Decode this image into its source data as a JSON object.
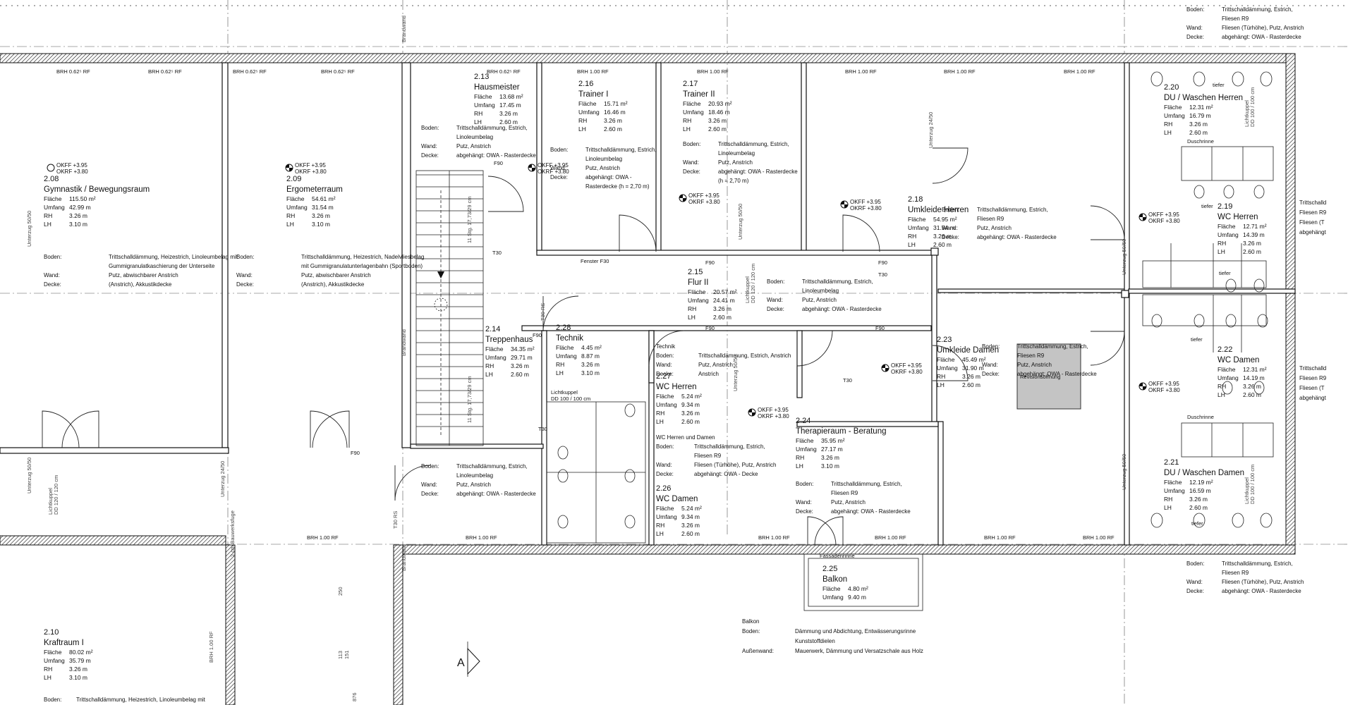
{
  "plan": {
    "ok_levels": {
      "okff": "OKFF +3.95",
      "okrf": "OKRF +3.80"
    },
    "field_labels": {
      "flaeche": "Fläche",
      "umfang": "Umfang",
      "rh": "RH",
      "lh": "LH",
      "boden": "Boden:",
      "wand": "Wand:",
      "decke": "Decke:",
      "aussenwand": "Außenwand:"
    },
    "rooms": [
      {
        "id": "r208",
        "num": "2.08",
        "name": "Gymnastik / Bewegungsraum",
        "flaeche": "115.50 m²",
        "umfang": "42.99 m",
        "rh": "3.26 m",
        "lh": "3.10 m"
      },
      {
        "id": "r209",
        "num": "2.09",
        "name": "Ergometerraum",
        "flaeche": "54.61 m²",
        "umfang": "31.54 m",
        "rh": "3.26 m",
        "lh": "3.10 m"
      },
      {
        "id": "r213",
        "num": "2.13",
        "name": "Hausmeister",
        "flaeche": "13.68 m²",
        "umfang": "17.45 m",
        "rh": "3.26 m",
        "lh": "2.60 m"
      },
      {
        "id": "r216",
        "num": "2.16",
        "name": "Trainer I",
        "flaeche": "15.71 m²",
        "umfang": "16.46 m",
        "rh": "3.26 m",
        "lh": "2.60 m"
      },
      {
        "id": "r217",
        "num": "2.17",
        "name": "Trainer II",
        "flaeche": "20.93 m²",
        "umfang": "18.46 m",
        "rh": "3.26 m",
        "lh": "2.60 m"
      },
      {
        "id": "r218",
        "num": "2.18",
        "name": "Umkleide Herren",
        "flaeche": "54.95 m²",
        "umfang": "31.54 m",
        "rh": "3.26 m",
        "lh": "2.60 m"
      },
      {
        "id": "r215",
        "num": "2.15",
        "name": "Flur II",
        "flaeche": "20.57 m²",
        "umfang": "24.41 m",
        "rh": "3.26 m",
        "lh": "2.60 m"
      },
      {
        "id": "r214",
        "num": "2.14",
        "name": "Treppenhaus",
        "flaeche": "34.35 m²",
        "umfang": "29.71 m",
        "rh": "3.26 m",
        "lh": "2.60 m"
      },
      {
        "id": "r228",
        "num": "2.28",
        "name": "Technik",
        "flaeche": "4.45 m²",
        "umfang": "8.87 m",
        "rh": "3.26 m",
        "lh": "3.10 m"
      },
      {
        "id": "r227",
        "num": "2.27",
        "name": "WC Herren",
        "flaeche": "5.24 m²",
        "umfang": "9.34 m",
        "rh": "3.26 m",
        "lh": "2.60 m"
      },
      {
        "id": "r226",
        "num": "2.26",
        "name": "WC Damen",
        "flaeche": "5.24 m²",
        "umfang": "9.34 m",
        "rh": "3.26 m",
        "lh": "2.60 m"
      },
      {
        "id": "r223",
        "num": "2.23",
        "name": "Umkleide Damen",
        "flaeche": "45.49 m²",
        "umfang": "31.90 m",
        "rh": "3.26 m",
        "lh": "2.60 m"
      },
      {
        "id": "r224",
        "num": "2.24",
        "name": "Therapieraum - Beratung",
        "flaeche": "35.95 m²",
        "umfang": "27.17 m",
        "rh": "3.26 m",
        "lh": "3.10 m"
      },
      {
        "id": "r220",
        "num": "2.20",
        "name": "DU / Waschen Herren",
        "flaeche": "12.31 m²",
        "umfang": "16.79 m",
        "rh": "3.26 m",
        "lh": "2.60 m"
      },
      {
        "id": "r219",
        "num": "2.19",
        "name": "WC Herren",
        "flaeche": "12.71 m²",
        "umfang": "14.39 m",
        "rh": "3.26 m",
        "lh": "2.60 m"
      },
      {
        "id": "r222",
        "num": "2.22",
        "name": "WC Damen",
        "flaeche": "12.31 m²",
        "umfang": "14.19 m",
        "rh": "3.26 m",
        "lh": "2.60 m"
      },
      {
        "id": "r221",
        "num": "2.21",
        "name": "DU / Waschen Damen",
        "flaeche": "12.19 m²",
        "umfang": "16.59 m",
        "rh": "3.26 m",
        "lh": "2.60 m"
      },
      {
        "id": "r225",
        "num": "2.25",
        "name": "Balkon",
        "flaeche": "4.80 m²",
        "umfang": "9.40 m"
      },
      {
        "id": "r210",
        "num": "2.10",
        "name": "Kraftraum I",
        "flaeche": "80.02 m²",
        "umfang": "35.79 m",
        "rh": "3.26 m",
        "lh": "3.10 m"
      }
    ],
    "finishes": {
      "r208": [
        "Trittschalldämmung, Heizestrich, Linoleumbelag mit",
        "Gummigranulatkaschierung der Unterseite",
        "Putz, abwischbarer Anstrich",
        "(Anstrich), Akkustikdecke"
      ],
      "r209": [
        "Trittschalldämmung, Heizestrich, Nadelvliesbelag",
        "mit Gummigranulatunterlagenbahn (Sportboden)",
        "Putz, abwischbarer Anstrich",
        "(Anstrich), Akkustikdecke"
      ],
      "r213": [
        "Trittschalldämmung, Estrich,",
        "Linoleumbelag",
        "Putz, Anstrich",
        "abgehängt: OWA - Rasterdecke"
      ],
      "r216": [
        "Trittschalldämmung, Estrich,",
        "Linoleumbelag",
        "Putz, Anstrich",
        "abgehängt: OWA -",
        "Rasterdecke (h = 2,70 m)"
      ],
      "r217": [
        "Trittschalldämmung, Estrich,",
        "Linoleumbelag",
        "Putz, Anstrich",
        "abgehängt: OWA - Rasterdecke",
        "(h = 2,70 m)"
      ],
      "r218": [
        "Trittschalldämmung, Estrich,",
        "Fliesen R9",
        "Putz, Anstrich",
        "abgehängt: OWA - Rasterdecke"
      ],
      "r215": [
        "Trittschalldämmung, Estrich,",
        "Linoleumbelag",
        "Putz, Anstrich",
        "abgehängt: OWA - Rasterdecke"
      ],
      "r228": [
        "Technik",
        "Trittschalldämmung, Estrich, Anstrich",
        "Putz, Anstrich",
        "Anstrich"
      ],
      "r227": [
        "WC Herren und Damen",
        "Trittschalldämmung, Estrich,",
        "Fliesen R9",
        "Fliesen (Türhöhe), Putz, Anstrich",
        "abgehängt: OWA - Decke"
      ],
      "r223": [
        "Trittschalldämmung, Estrich,",
        "Fliesen R9",
        "Putz, Anstrich",
        "abgehängt: OWA - Rasterdecke"
      ],
      "r224": [
        "Trittschalldämmung, Estrich,",
        "Fliesen R9",
        "Putz, Anstrich",
        "abgehängt: OWA - Rasterdecke"
      ],
      "r214": [
        "Trittschalldämmung, Estrich,",
        "Linoleumbelag",
        "Putz, Anstrich",
        "abgehängt: OWA - Rasterdecke"
      ],
      "wet_top": [
        "Trittschalldämmung, Estrich,",
        "Fliesen R9",
        "Fliesen (Türhöhe), Putz, Anstrich",
        "abgehängt: OWA - Rasterdecke"
      ],
      "wet_bottom": [
        "Trittschalldämmung, Estrich,",
        "Fliesen R9",
        "Fliesen (Türhöhe), Putz, Anstrich",
        "abgehängt: OWA - Rasterdecke"
      ],
      "r210": [
        "Trittschalldämmung, Heizestrich, Linoleumbelag mit"
      ],
      "balkon": [
        "Balkon",
        "Dämmung und Abdichtung, Entwässerungsrinne",
        "Kunststoffdielen",
        "Mauerwerk, Dämmung und Versatzschale aus Holz"
      ],
      "right_edge": [
        "Trittschalld",
        "Fliesen R9",
        "Fliesen (T",
        "abgehängt"
      ]
    },
    "annotations": {
      "brh_062": "BRH 0.62⁵ RF",
      "brh_100": "BRH 1.00 RF",
      "f90": "F90",
      "t30": "T30",
      "t30rs": "T30 RS",
      "fenster_f30": "Fenster F30",
      "unterzug_5050": "Unterzug 50/50",
      "unterzug_2450": "Unterzug 24/50",
      "brandwand": "Brandwand",
      "tiefer": "tiefer",
      "duschrinne": "Duschrinne",
      "fassadenrinne": "Fassadenrinne",
      "lichtkuppel": "Lichtkuppel",
      "lichtkuppel_dd": "DD 100 / 100 cm",
      "lichtkuppel_dd2": "DD 120 / 120 cm",
      "stair_top": "11 Stg. 17,73/29 cm",
      "stair_bottom": "11 Stg. 17,73/29 cm",
      "section_mark": "A",
      "dim_250": "250",
      "dim_113": "113",
      "dim_151": "151",
      "dim_876": "876",
      "bauwerksfuge": "2 cm Bauwerksfuge",
      "shaft_note": "Revisionsöffnung"
    },
    "colors": {
      "wall_hatch": "#111111",
      "shaft_fill": "#c4c4c4",
      "background": "#ffffff"
    }
  }
}
